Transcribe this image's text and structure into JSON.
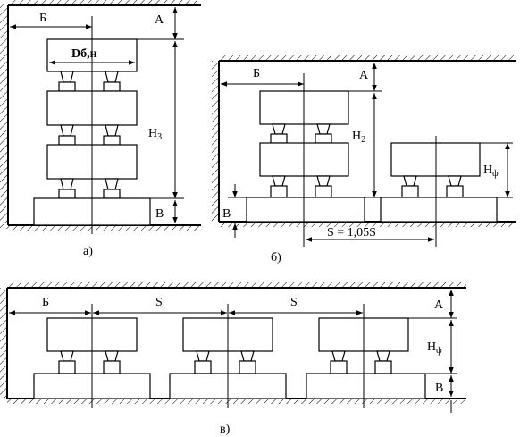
{
  "panel_a": {
    "caption": "а)",
    "label_b_left": "Б",
    "label_a_top": "А",
    "label_h": "Н",
    "label_h_sub": "3",
    "label_b_bottom": "В",
    "label_dim": "Dб,н"
  },
  "panel_b": {
    "caption": "б)",
    "label_b_left": "Б",
    "label_a_top": "А",
    "label_h": "Н",
    "label_h_sub": "2",
    "label_hf": "Н",
    "label_hf_sub": "ф",
    "label_v": "В",
    "label_spacing": "S = 1,05S"
  },
  "panel_c": {
    "caption": "в)",
    "label_b_left": "Б",
    "label_s1": "S",
    "label_s2": "S",
    "label_a_top": "А",
    "label_hf": "Н",
    "label_hf_sub": "ф",
    "label_v": "В"
  }
}
